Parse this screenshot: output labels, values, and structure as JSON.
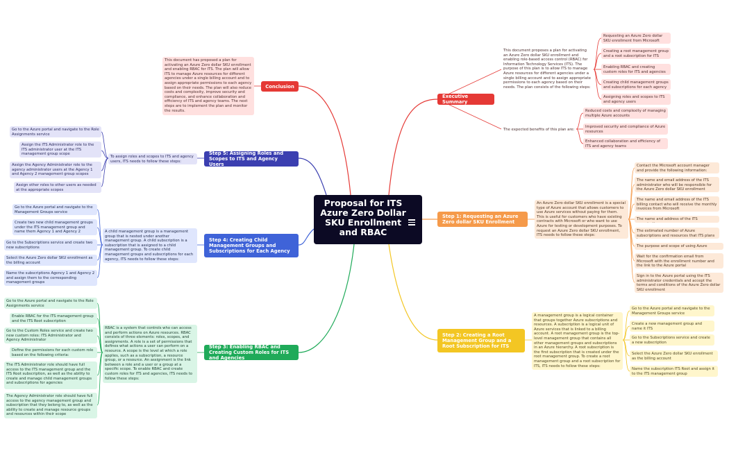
{
  "title": "Proposal for ITS Azure Zero Dollar SKU Enrollment and RBAC",
  "colors": {
    "center": "#0c0a24",
    "conclusion": "#e53935",
    "executive": "#e53935",
    "step1": "#f59a4a",
    "step2": "#f3c623",
    "step3": "#1faa59",
    "step4": "#3f63d8",
    "step5": "#3b3fb0"
  },
  "branches": {
    "conclusion": {
      "label": "Conclusion",
      "desc": "This document has proposed a plan for activating an Azure Zero dollar SKU enrollment and enabling RBAC for ITS. The plan will allow ITS to manage Azure resources for different agencies under a single billing account and to assign appropriate permissions to each agency based on their needs. The plan will also reduce costs and complexity, improve security and compliance, and enhance collaboration and efficiency of ITS and agency teams. The next steps are to implement the plan and monitor the results."
    },
    "executive": {
      "label": "Executive Summary",
      "desc": "This document proposes a plan for activating an Azure Zero dollar SKU enrollment and enabling role-based access control (RBAC) for Information Technology Services (ITS). The purpose of this plan is to allow ITS to manage Azure resources for different agencies under a single billing account and to assign appropriate permissions to each agency based on their needs. The plan consists of the following steps:",
      "steps": [
        "Requesting an Azure Zero dollar SKU enrollment from Microsoft",
        "Creating a root management group and a root subscription for ITS",
        "Enabling RBAC and creating custom roles for ITS and agencies",
        "Creating child management groups and subscriptions for each agency",
        "Assigning roles and scopes to ITS and agency users"
      ],
      "benefits_label": "The expected benefits of this plan are:",
      "benefits": [
        "Reduced costs and complexity of managing multiple Azure accounts",
        "Improved security and compliance of Azure resources",
        "Enhanced collaboration and efficiency of ITS and agency teams"
      ]
    },
    "step1": {
      "label": "Step 1: Requesting an Azure Zero dollar SKU Enrollment",
      "desc": "An Azure Zero dollar SKU enrollment is a special type of Azure account that allows customers to use Azure services without paying for them. This is useful for customers who have existing contracts with Microsoft or who want to use Azure for testing or development purposes. To request an Azure Zero dollar SKU enrollment, ITS needs to follow these steps:",
      "items": [
        "Contact the Microsoft account manager and provide the following information:",
        "The name and email address of the ITS administrator who will be responsible for the Azure Zero dollar SKU enrollment",
        "The name and email address of the ITS billing contact who will receive the monthly invoices from Microsoft",
        "The name and address of the ITS organization",
        "The estimated number of Azure subscriptions and resources that ITS plans to use",
        "The purpose and scope of using Azure services",
        "Wait for the confirmation email from Microsoft with the enrollment number and the link to the Azure portal",
        "Sign in to the Azure portal using the ITS administrator credentials and accept the terms and conditions of the Azure Zero dollar SKU enrollment"
      ]
    },
    "step2": {
      "label": "Step 2: Creating a Root Management Group and a Root Subscription for ITS",
      "desc": "A management group is a logical container that groups together Azure subscriptions and resources. A subscription is a logical unit of Azure services that is linked to a billing account. A root management group is the top-level management group that contains all other management groups and subscriptions in an Azure hierarchy. A root subscription is the first subscription that is created under the root management group. To create a root management group and a root subscription for ITS, ITS needs to follow these steps:",
      "items": [
        "Go to the Azure portal and navigate to the Management Groups service",
        "Create a new management group and name it ITS",
        "Go to the Subscriptions service and create a new subscription",
        "Select the Azure Zero dollar SKU enrollment as the billing account",
        "Name the subscription ITS Root and assign it to the ITS management group"
      ]
    },
    "step3": {
      "label": "Step 3: Enabling RBAC and Creating Custom Roles for ITS and Agencies",
      "desc": "RBAC is a system that controls who can access and perform actions on Azure resources. RBAC consists of three elements: roles, scopes, and assignments. A role is a set of permissions that defines what actions a user can perform on a resource. A scope is the level at which a role applies, such as a subscription, a resource group, or a resource. An assignment is the link between a role and a user or a group at a specific scope. To enable RBAC and create custom roles for ITS and agencies, ITS needs to follow these steps:",
      "items": [
        "Go to the Azure portal and navigate to the Role Assignments service",
        "Enable RBAC for the ITS management group and the ITS Root subscription",
        "Go to the Custom Roles service and create two new custom roles: ITS Administrator and Agency Administrator",
        "Define the permissions for each custom role based on the following criteria:",
        "The ITS Administrator role should have full access to the ITS management group and the ITS Root subscription, as well as the ability to create and manage child management groups and subscriptions for agencies",
        "The Agency Administrator role should have full access to the agency management group and subscription that they belong to, as well as the ability to create and manage resource groups and resources within their scope"
      ]
    },
    "step4": {
      "label": "Step 4: Creating Child Management Groups and Subscriptions for Each Agency",
      "desc": "A child management group is a management group that is nested under another management group. A child subscription is a subscription that is assigned to a child management group. To create child management groups and subscriptions for each agency, ITS needs to follow these steps:",
      "items": [
        "Go to the Azure portal and navigate to the Management Groups service",
        "Create two new child management groups under the ITS management group and name them Agency 1 and Agency 2",
        "Go to the Subscriptions service and create two new subscriptions",
        "Select the Azure Zero dollar SKU enrollment as the billing account",
        "Name the subscriptions Agency 1 and Agency 2 and assign them to the corresponding management groups"
      ]
    },
    "step5": {
      "label": "Step 5: Assigning Roles and Scopes to ITS and Agency Users",
      "desc": "To assign roles and scopes to ITS and agency users, ITS needs to follow these steps:",
      "items": [
        "Go to the Azure portal and navigate to the Role Assignments service",
        "Assign the ITS Administrator role to the ITS administrator user at the ITS management group scope",
        "Assign the Agency Administrator role to the agency administrator users at the Agency 1 and Agency 2 management group scopes",
        "Assign other roles to other users as needed at the appropriate scopes"
      ]
    }
  }
}
